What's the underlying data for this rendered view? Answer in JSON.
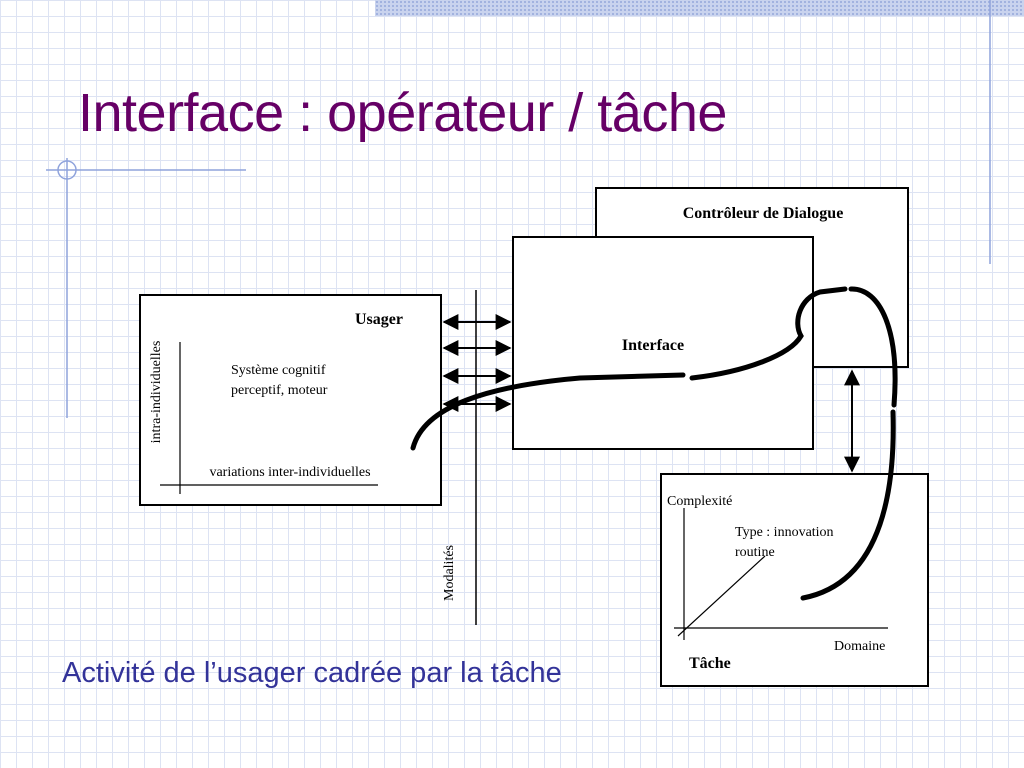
{
  "slide": {
    "title": "Interface : opérateur / tâche",
    "caption": "Activité de l’usager cadrée par la tâche"
  },
  "diagram": {
    "dialogue_controller": {
      "label": "Contrôleur de Dialogue"
    },
    "interface": {
      "label": "Interface"
    },
    "user": {
      "label": "Usager",
      "system_line1": "Système cognitif",
      "system_line2": "perceptif, moteur",
      "y_axis_label": "intra-individuelles",
      "x_axis_label": "variations inter-individuelles"
    },
    "modalities": {
      "label": "Modalités"
    },
    "task": {
      "label": "Tâche",
      "y_axis_label": "Complexité",
      "x_axis_label": "Domaine",
      "type_line1": "Type : innovation",
      "type_line2": "routine"
    }
  },
  "colors": {
    "title": "#660066",
    "caption": "#333399",
    "grid": "#dde3f3",
    "accent_lines": "#8fa3dc"
  }
}
